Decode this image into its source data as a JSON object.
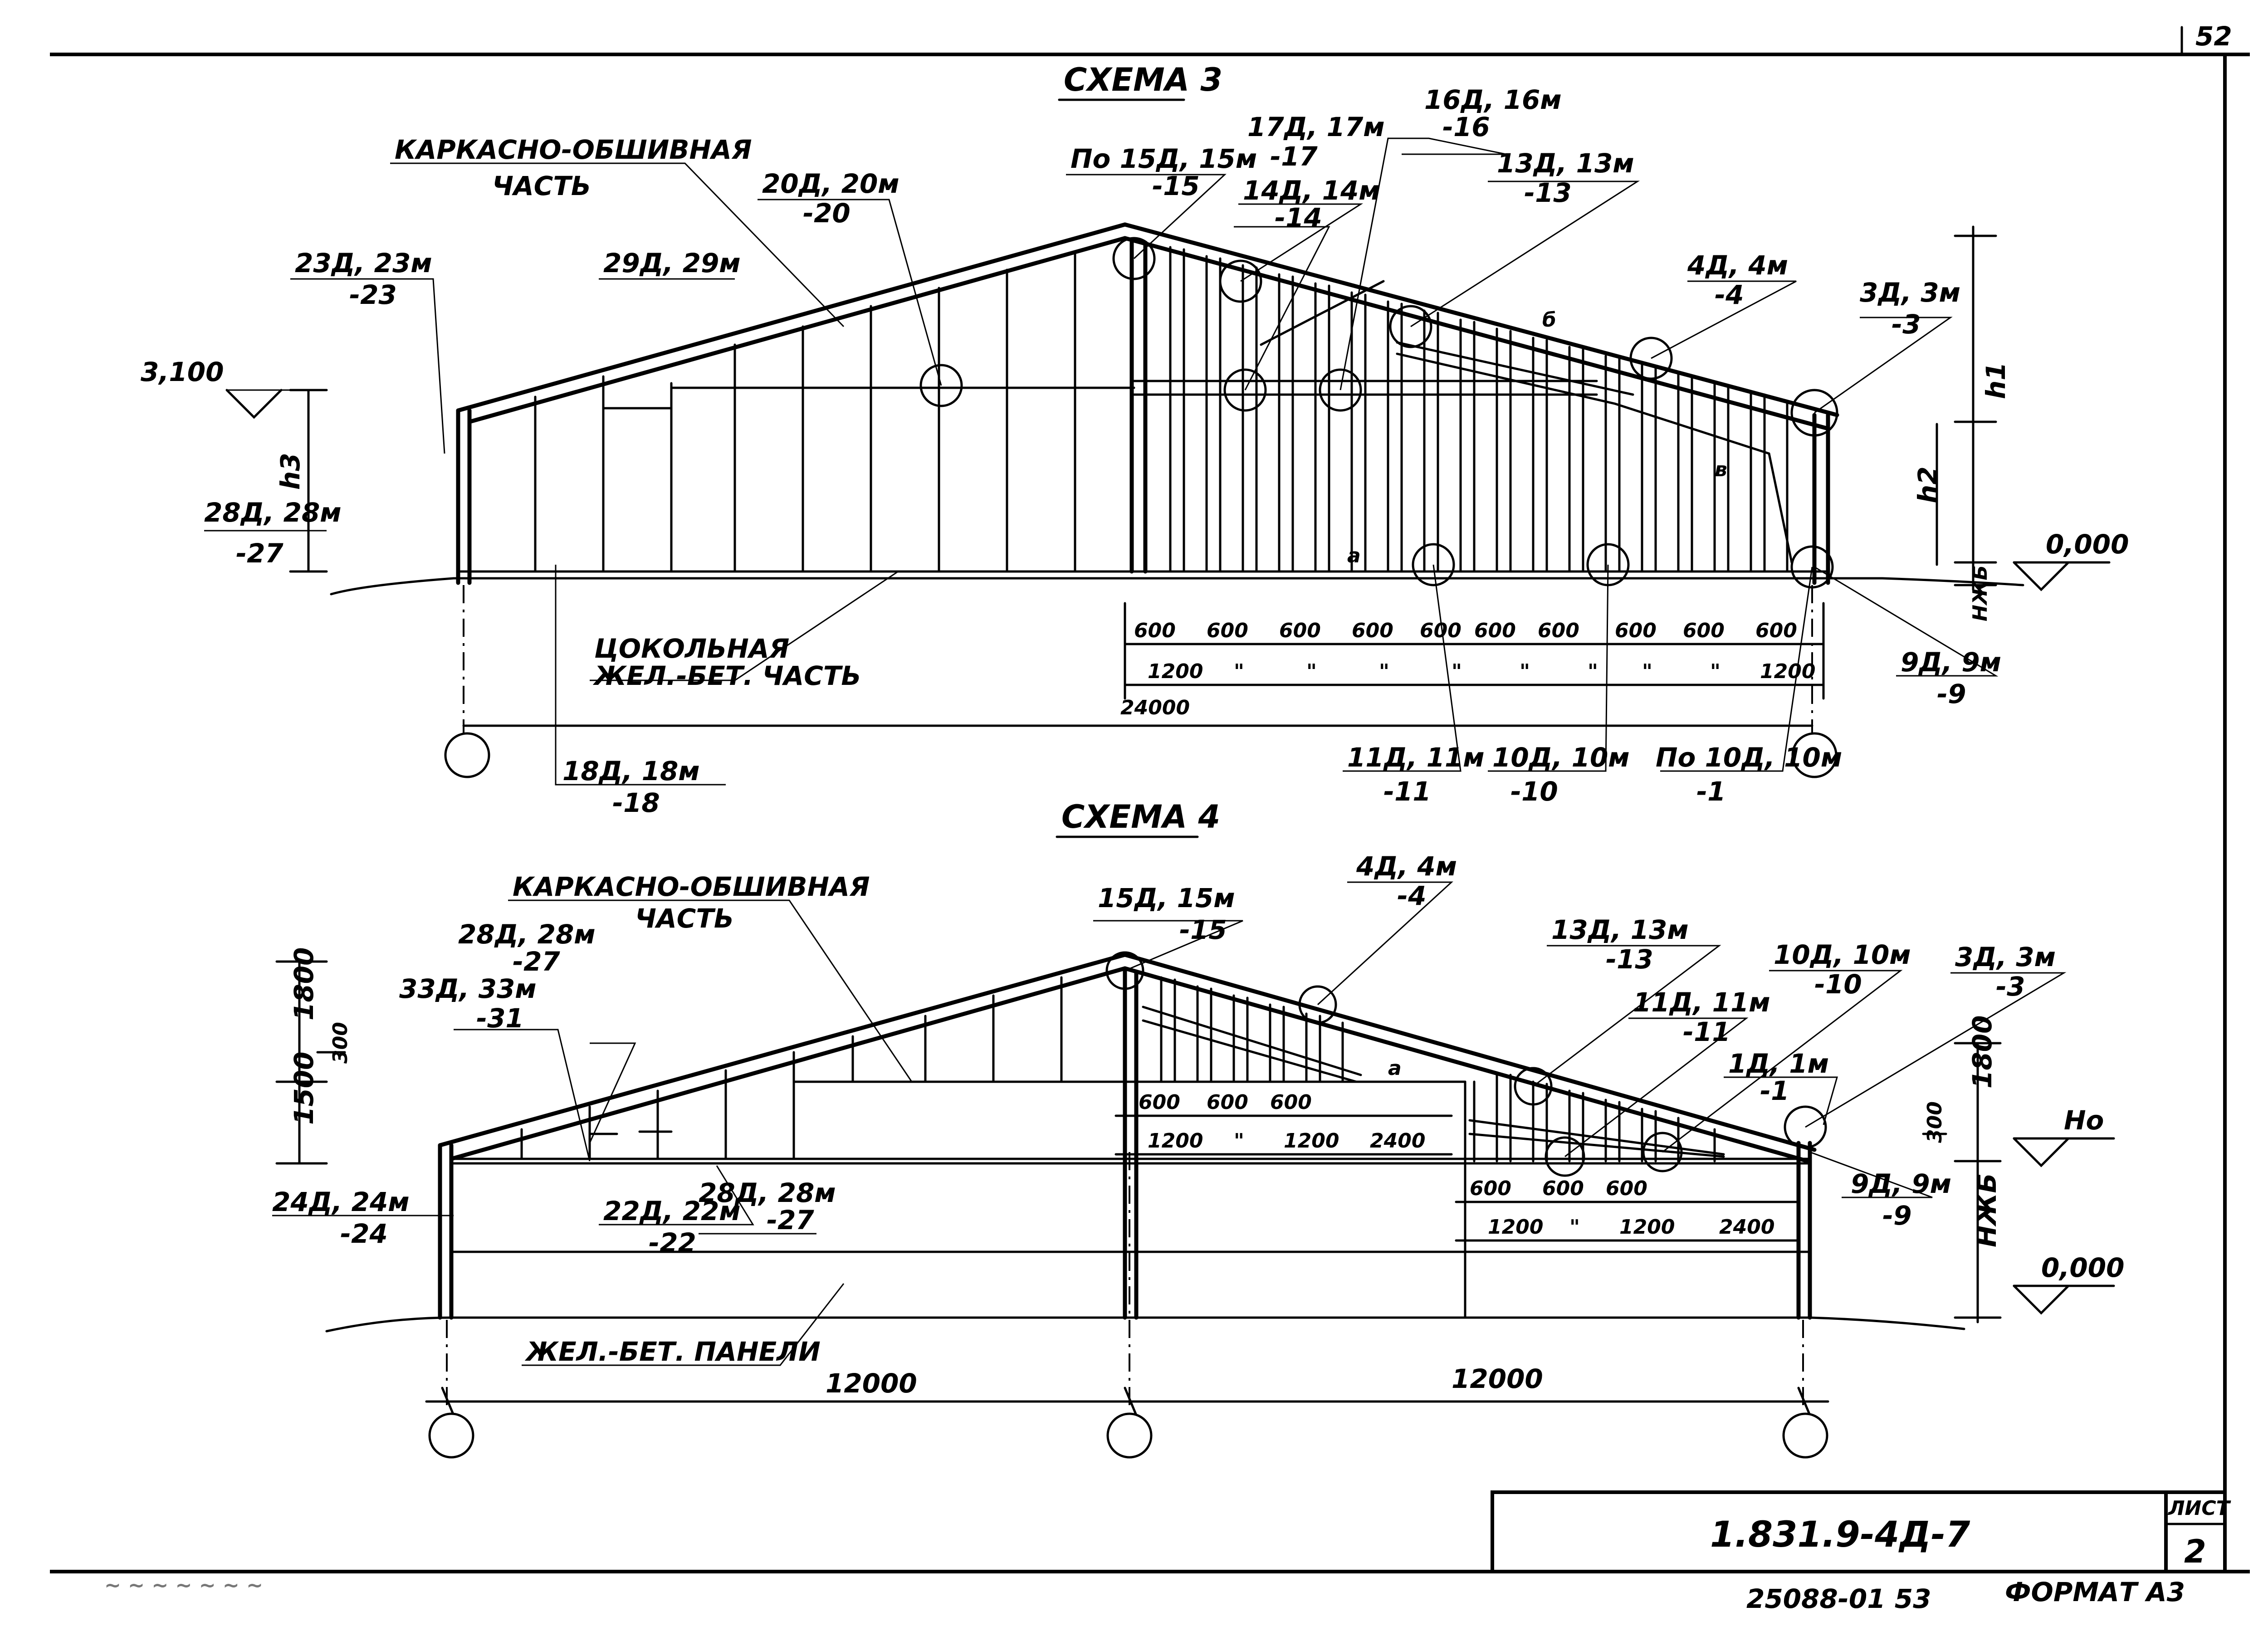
{
  "sheet": {
    "corner_page": "52",
    "code": "1.831.9-4Д-7",
    "sheet_label": "ЛИСТ",
    "sheet_number": "2",
    "footer_number": "25088-01  53",
    "format": "ФОРМАТ А3",
    "footer_left": "~ ~ ~  ~ ~ ~ ~"
  },
  "scheme3": {
    "title": "СХЕМА 3",
    "frame_part": "КАРКАСНО-ОБШИВНАЯ",
    "frame_part_2": "ЧАСТЬ",
    "plinth_part": "ЦОКОЛЬНАЯ",
    "plinth_part_2": "ЖЕЛ.-БЕТ. ЧАСТЬ",
    "elevation": "3,100",
    "zero": "0,000",
    "h1": "h1",
    "h2": "h2",
    "h3": "h3",
    "hzhb": "НЖБ",
    "callouts": [
      {
        "top": "23Д, 23м",
        "bottom": "-23"
      },
      {
        "top": "29Д, 29м",
        "bottom": ""
      },
      {
        "top": "20Д, 20м",
        "bottom": "-20"
      },
      {
        "top": "По 15Д, 15м",
        "bottom": "-15"
      },
      {
        "top": "17Д, 17м",
        "bottom": "-17"
      },
      {
        "top": "14Д, 14м",
        "bottom": "-14"
      },
      {
        "top": "16Д, 16м",
        "bottom": "-16"
      },
      {
        "top": "13Д, 13м",
        "bottom": "-13"
      },
      {
        "top": "4Д, 4м",
        "bottom": "-4"
      },
      {
        "top": "3Д, 3м",
        "bottom": "-3"
      },
      {
        "top": "28Д, 28м",
        "bottom": "-27"
      },
      {
        "top": "18Д, 18м",
        "bottom": "-18"
      },
      {
        "top": "11Д, 11м",
        "bottom": "-11"
      },
      {
        "top": "10Д, 10м",
        "bottom": "-10"
      },
      {
        "top": "По 10Д, 10м",
        "bottom": "-1"
      },
      {
        "top": "9Д, 9м",
        "bottom": "-9"
      }
    ],
    "dims_top": [
      "600",
      "600",
      "600",
      "600",
      "600",
      "600",
      "600",
      "600",
      "600",
      "600"
    ],
    "dims_mid": [
      "1200",
      "\"",
      "\"",
      "\"",
      "\"",
      "\"",
      "\"",
      "\"",
      "\"",
      "1200"
    ],
    "dim_total": "24000"
  },
  "scheme4": {
    "title": "СХЕМА 4",
    "frame_part": "КАРКАСНО-ОБШИВНАЯ",
    "frame_part_2": "ЧАСТЬ",
    "panels": "ЖЕЛ.-БЕТ. ПАНЕЛИ",
    "ho": "Но",
    "zero": "0,000",
    "hzhb": "НЖБ",
    "v1800": "1800",
    "v1500": "1500",
    "v300": "300",
    "v1800r": "1800",
    "v300r": "300",
    "callouts": [
      {
        "top": "28Д, 28м",
        "bottom": "-27"
      },
      {
        "top": "33Д, 33м",
        "bottom": "-31"
      },
      {
        "top": "24Д, 24м",
        "bottom": "-24"
      },
      {
        "top": "22Д, 22м",
        "bottom": "-22"
      },
      {
        "top": "28Д, 28м",
        "bottom": "-27"
      },
      {
        "top": "15Д, 15м",
        "bottom": "-15"
      },
      {
        "top": "4Д, 4м",
        "bottom": "-4"
      },
      {
        "top": "13Д, 13м",
        "bottom": "-13"
      },
      {
        "top": "11Д, 11м",
        "bottom": "-11"
      },
      {
        "top": "10Д, 10м",
        "bottom": "-10"
      },
      {
        "top": "1Д, 1м",
        "bottom": "-1"
      },
      {
        "top": "3Д, 3м",
        "bottom": "-3"
      },
      {
        "top": "9Д, 9м",
        "bottom": "-9"
      }
    ],
    "dims_a_top": [
      "600",
      "600",
      "600"
    ],
    "dims_a_mid": [
      "1200",
      "\"",
      "1200",
      "2400"
    ],
    "dims_b_top": [
      "600",
      "600",
      "600"
    ],
    "dims_b_mid": [
      "1200",
      "\"",
      "1200",
      "2400"
    ],
    "span_left": "12000",
    "span_right": "12000"
  },
  "marks": {
    "a": "а",
    "b": "б",
    "v": "в"
  }
}
